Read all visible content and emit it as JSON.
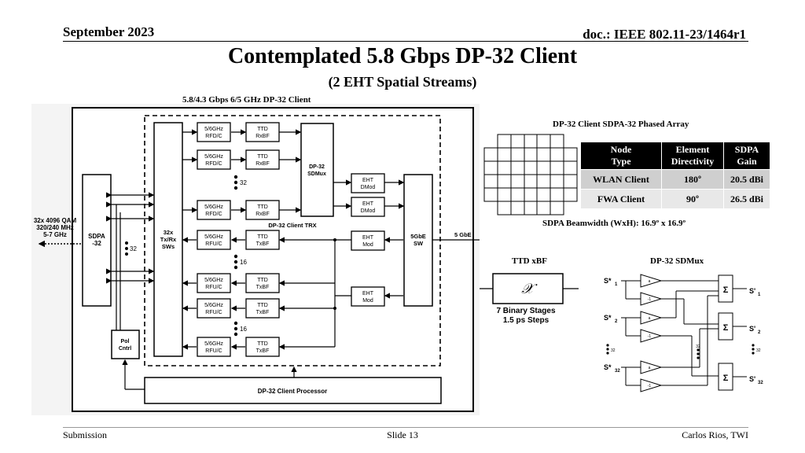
{
  "header": {
    "left": "September 2023",
    "right": "doc.: IEEE 802.11-23/1464r1"
  },
  "title": "Contemplated 5.8 Gbps DP-32 Client",
  "subtitle": "(2 EHT Spatial Streams)",
  "block_diagram": {
    "caption": "5.8/4.3 Gbps 6/5 GHz DP-32 Client",
    "left_labels": [
      "32x 4096 QAM",
      "320/240 MHz",
      "5-7 GHz"
    ],
    "sdpa": [
      "SDPA",
      "-32"
    ],
    "sdpa_count": "32",
    "swc": [
      "32x",
      "Tx/Rx",
      "SWs"
    ],
    "rfdc": [
      "5/6GHz",
      "RFD/C"
    ],
    "rfuc": [
      "5/6GHz",
      "RFU/C"
    ],
    "rxbf": [
      "TTD",
      "RxBF"
    ],
    "txbf": [
      "TTD",
      "TxBF"
    ],
    "count_32": "32",
    "count_16": "16",
    "sdmux": [
      "DP-32",
      "SDMux"
    ],
    "dmod": [
      "EHT",
      "DMod"
    ],
    "mod": [
      "EHT",
      "Mod"
    ],
    "trx_label": "DP-32 Client TRX",
    "gbe": [
      "5GbE",
      "SW"
    ],
    "gbe_out": "5 GbE",
    "pol": [
      "Pol",
      "Cntrl"
    ],
    "processor": "DP-32 Client Processor"
  },
  "phased_array": {
    "caption": "DP-32 Client SDPA-32 Phased Array",
    "beamwidth": "SDPA Beamwidth (WxH): 16.9º x 16.9º"
  },
  "table": {
    "headers": [
      [
        "Node",
        "Type"
      ],
      [
        "Element",
        "Directivity"
      ],
      [
        "SDPA",
        "Gain"
      ]
    ],
    "rows": [
      [
        "WLAN Client",
        "180º",
        "20.5 dBi"
      ],
      [
        "FWA Client",
        "90º",
        "26.5 dBi"
      ]
    ]
  },
  "ttd": {
    "caption": "TTD xBF",
    "symbol": "𝒳",
    "lines": [
      "7 Binary Stages",
      "1.5 ps Steps"
    ]
  },
  "sdmux": {
    "caption": "DP-32 SDMux",
    "inputs": [
      [
        "S*",
        "1"
      ],
      [
        "S*",
        "2"
      ],
      [
        "S*",
        "32"
      ]
    ],
    "outputs": [
      [
        "S'",
        "1"
      ],
      [
        "S'",
        "2"
      ],
      [
        "S'",
        "32"
      ]
    ],
    "dots": "32",
    "sigma": "Σ",
    "gains": [
      "a",
      "-1"
    ]
  },
  "footer": {
    "left": "Submission",
    "center": "Slide 13",
    "right": "Carlos Rios, TWI"
  }
}
